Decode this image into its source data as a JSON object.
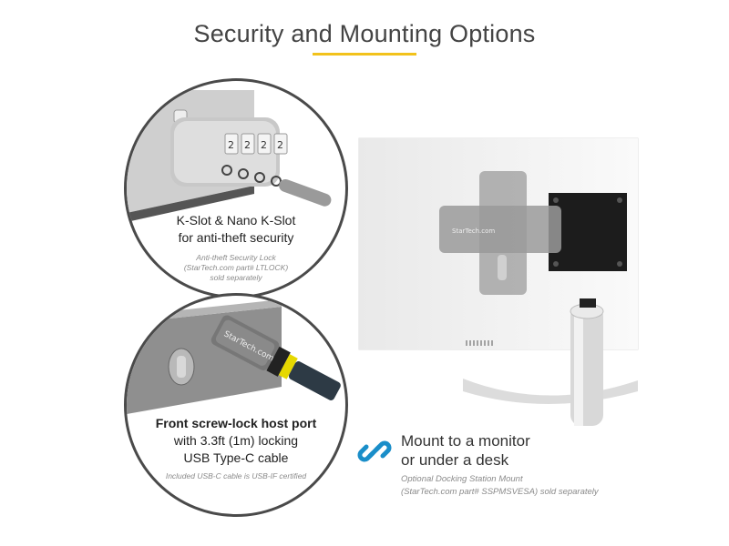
{
  "title": "Security and Mounting Options",
  "colors": {
    "accent": "#f2c21b",
    "icon_blue": "#1a8ec9",
    "circle_border": "#4a4a4a"
  },
  "top_panel": {
    "heading_line1": "K-Slot & Nano K-Slot",
    "heading_line2": "for anti-theft security",
    "note_line1": "Anti-theft Security Lock",
    "note_line2": "(StarTech.com part# LTLOCK)",
    "note_line3": "sold separately"
  },
  "bottom_panel": {
    "heading_line1": "Front screw-lock host port",
    "heading_line2": "with 3.3ft (1m) locking",
    "heading_line3": "USB Type-C cable",
    "note": "Included USB-C cable is USB-IF certified",
    "connector_brand": "StarTech.com"
  },
  "mount": {
    "icon": "link-icon",
    "line1": "Mount to a monitor",
    "line2": "or under a desk",
    "note_line1": "Optional Docking Station Mount",
    "note_line2": "(StarTech.com part# SSPMSVESA) sold separately",
    "dock_brand": "StarTech.com"
  }
}
